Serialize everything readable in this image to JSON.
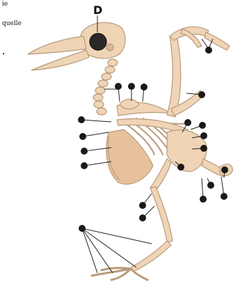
{
  "corner_text": {
    "line1": "ie",
    "line2": "quelle",
    "line3": "•"
  },
  "top_label": "D",
  "colors": {
    "bone": "#efd4b6",
    "bone_edge": "#b99a7a",
    "marker": "#1a1a1a",
    "line": "#222222",
    "sternum": "#e7c19c"
  }
}
